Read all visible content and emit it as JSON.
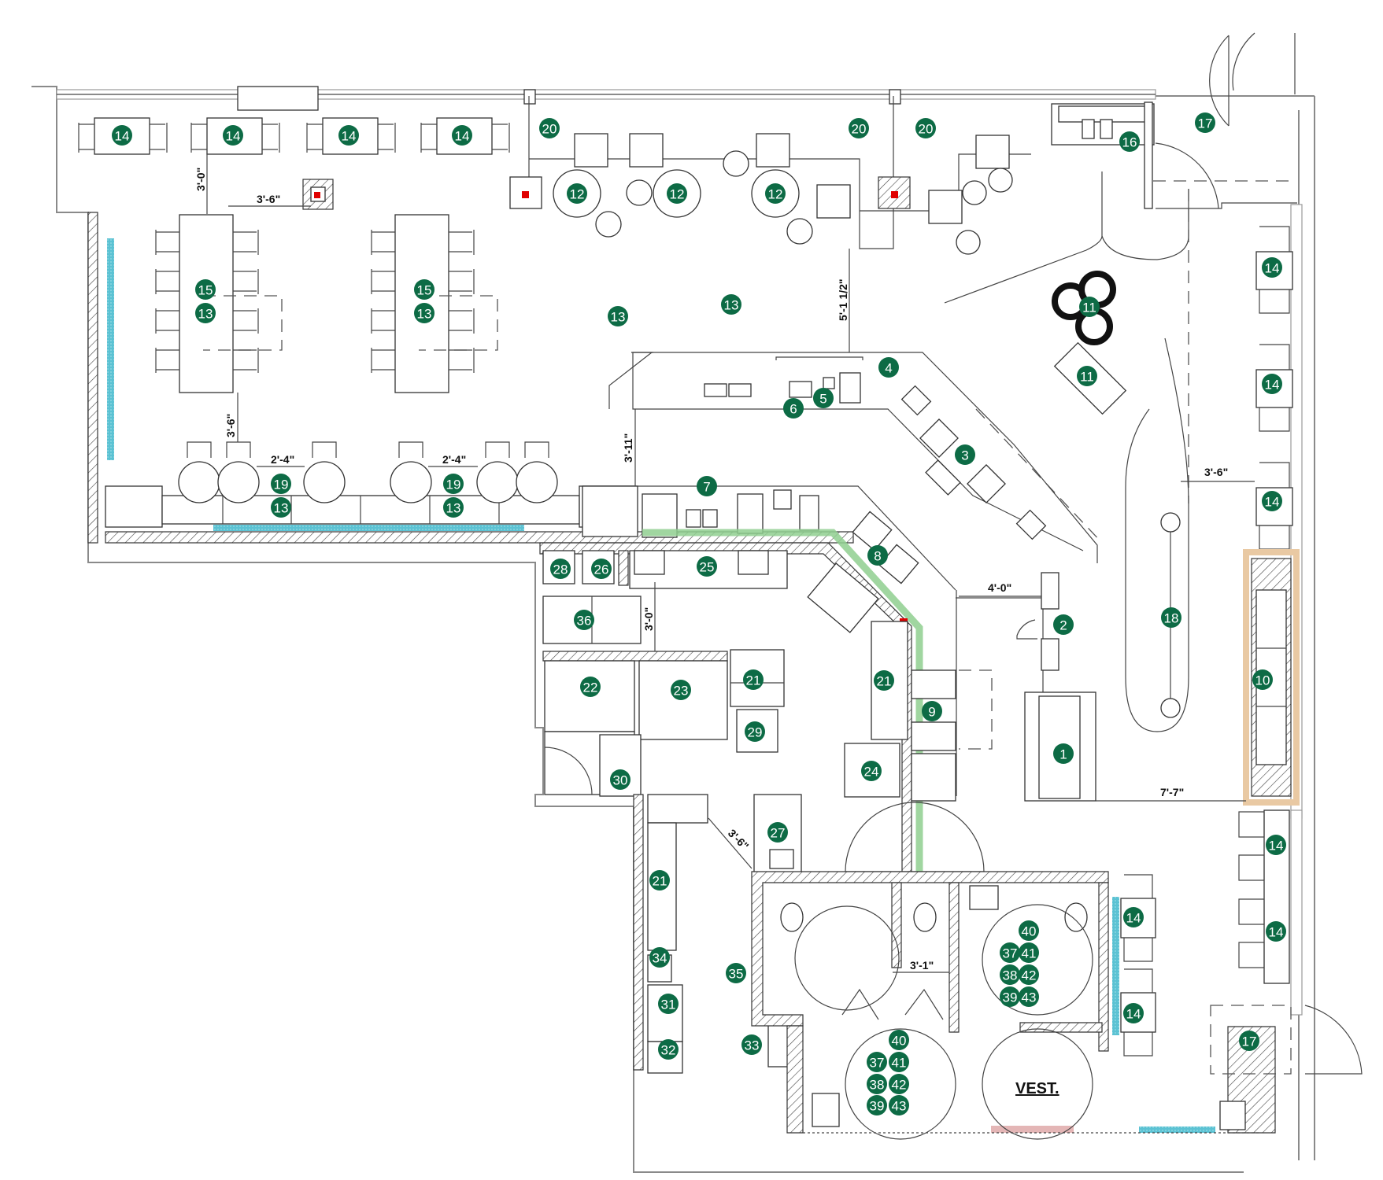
{
  "plan": {
    "type": "restaurant floor plan",
    "colors": {
      "marker_fill": "#0d6b45",
      "marker_text": "#ffffff",
      "accent_blue": "#5bc2d3",
      "accent_green": "#8fcf8f",
      "accent_tan": "#e9c9a3",
      "accent_pink": "#e4b6b6",
      "equipment_red": "#e00000"
    },
    "room_labels": {
      "vestibule": "VEST."
    },
    "dimensions": {
      "d1": "3'-0\"",
      "d2": "3'-6\"",
      "d3": "3'-6\"",
      "d4": "2'-4\"",
      "d5": "2'-4\"",
      "d6": "5'-1 1/2\"",
      "d7": "3'-11\"",
      "d8": "4'-0\"",
      "d9": "3'-6\"",
      "d10": "7'-7\"",
      "d11": "3'-0\"",
      "d12": "3'-6\"",
      "d13": "3'-1\""
    },
    "markers": [
      {
        "id": "m1",
        "label": "14"
      },
      {
        "id": "m2",
        "label": "14"
      },
      {
        "id": "m3",
        "label": "14"
      },
      {
        "id": "m4",
        "label": "14"
      },
      {
        "id": "m5",
        "label": "20"
      },
      {
        "id": "m6",
        "label": "20"
      },
      {
        "id": "m7",
        "label": "20"
      },
      {
        "id": "m8",
        "label": "16"
      },
      {
        "id": "m9",
        "label": "17"
      },
      {
        "id": "m10",
        "label": "12"
      },
      {
        "id": "m11",
        "label": "12"
      },
      {
        "id": "m12",
        "label": "12"
      },
      {
        "id": "m13",
        "label": "15"
      },
      {
        "id": "m14",
        "label": "13"
      },
      {
        "id": "m15",
        "label": "15"
      },
      {
        "id": "m16",
        "label": "13"
      },
      {
        "id": "m17",
        "label": "13"
      },
      {
        "id": "m18",
        "label": "13"
      },
      {
        "id": "m19",
        "label": "11"
      },
      {
        "id": "m20",
        "label": "11"
      },
      {
        "id": "m21",
        "label": "14"
      },
      {
        "id": "m22",
        "label": "14"
      },
      {
        "id": "m23",
        "label": "14"
      },
      {
        "id": "m24",
        "label": "4"
      },
      {
        "id": "m25",
        "label": "5"
      },
      {
        "id": "m26",
        "label": "6"
      },
      {
        "id": "m27",
        "label": "3"
      },
      {
        "id": "m28",
        "label": "19"
      },
      {
        "id": "m29",
        "label": "13"
      },
      {
        "id": "m30",
        "label": "19"
      },
      {
        "id": "m31",
        "label": "13"
      },
      {
        "id": "m32",
        "label": "7"
      },
      {
        "id": "m33",
        "label": "8"
      },
      {
        "id": "m34",
        "label": "28"
      },
      {
        "id": "m35",
        "label": "26"
      },
      {
        "id": "m36",
        "label": "25"
      },
      {
        "id": "m37",
        "label": "36"
      },
      {
        "id": "m38",
        "label": "2"
      },
      {
        "id": "m39",
        "label": "18"
      },
      {
        "id": "m40",
        "label": "10"
      },
      {
        "id": "m41",
        "label": "22"
      },
      {
        "id": "m42",
        "label": "23"
      },
      {
        "id": "m43",
        "label": "21"
      },
      {
        "id": "m44",
        "label": "29"
      },
      {
        "id": "m45",
        "label": "21"
      },
      {
        "id": "m46",
        "label": "9"
      },
      {
        "id": "m47",
        "label": "24"
      },
      {
        "id": "m48",
        "label": "1"
      },
      {
        "id": "m49",
        "label": "30"
      },
      {
        "id": "m50",
        "label": "14"
      },
      {
        "id": "m51",
        "label": "14"
      },
      {
        "id": "m52",
        "label": "14"
      },
      {
        "id": "m53",
        "label": "14"
      },
      {
        "id": "m54",
        "label": "17"
      },
      {
        "id": "m55",
        "label": "27"
      },
      {
        "id": "m56",
        "label": "21"
      },
      {
        "id": "m57",
        "label": "34"
      },
      {
        "id": "m58",
        "label": "35"
      },
      {
        "id": "m59",
        "label": "31"
      },
      {
        "id": "m60",
        "label": "32"
      },
      {
        "id": "m61",
        "label": "33"
      },
      {
        "id": "m62",
        "label": "40"
      },
      {
        "id": "m63",
        "label": "37"
      },
      {
        "id": "m64",
        "label": "41"
      },
      {
        "id": "m65",
        "label": "38"
      },
      {
        "id": "m66",
        "label": "42"
      },
      {
        "id": "m67",
        "label": "39"
      },
      {
        "id": "m68",
        "label": "43"
      },
      {
        "id": "m69",
        "label": "40"
      },
      {
        "id": "m70",
        "label": "37"
      },
      {
        "id": "m71",
        "label": "41"
      },
      {
        "id": "m72",
        "label": "38"
      },
      {
        "id": "m73",
        "label": "42"
      },
      {
        "id": "m74",
        "label": "39"
      },
      {
        "id": "m75",
        "label": "43"
      }
    ]
  }
}
